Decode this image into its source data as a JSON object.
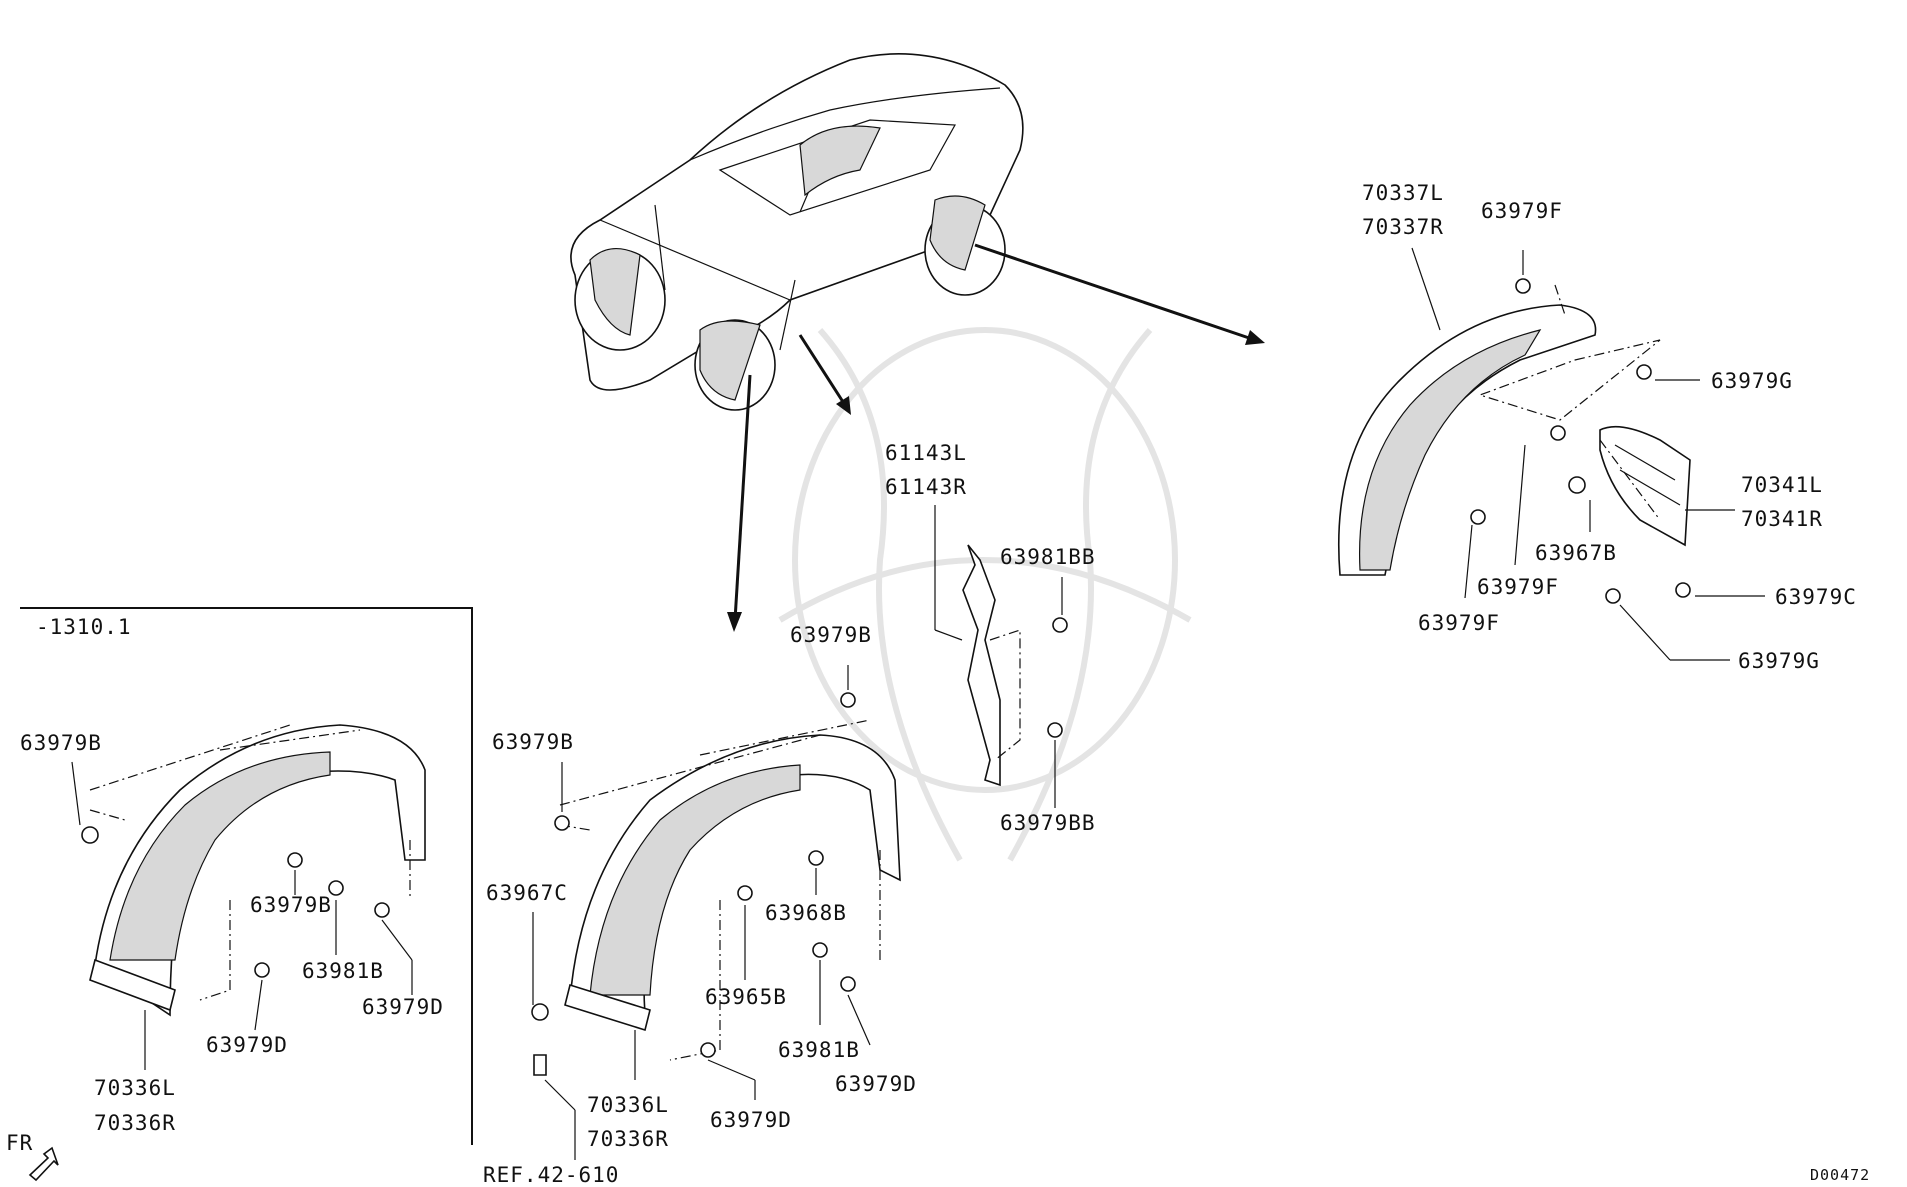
{
  "labels": {
    "rr_liner_l": "70337L",
    "rr_liner_r": "70337R",
    "rr_clip_top": "63979F",
    "rr_clip_g1": "63979G",
    "rr_guard_l": "70341L",
    "rr_guard_r": "70341R",
    "rr_nut": "63967B",
    "rr_clip_f1": "63979F",
    "rr_clip_f2": "63979F",
    "rr_clip_c": "63979C",
    "rr_clip_g2": "63979G",
    "seal_l": "61143L",
    "seal_r": "61143R",
    "seal_bolt": "63981BB",
    "seal_clip": "63979BB",
    "fr_clip_top": "63979B",
    "fr_clip_left": "63979B",
    "fr_nut_c": "63967C",
    "fr_clip_68b": "63968B",
    "fr_clip_65b": "63965B",
    "fr_bolt": "63981B",
    "fr_clip_d1": "63979D",
    "fr_clip_d2": "63979D",
    "fr_liner_l": "70336L",
    "fr_liner_r": "70336R",
    "fr_ref": "REF.42-610",
    "old_range": "-1310.1",
    "old_clip_b1": "63979B",
    "old_clip_b2": "63979B",
    "old_bolt": "63981B",
    "old_clip_d1": "63979D",
    "old_clip_d2": "63979D",
    "old_liner_l": "70336L",
    "old_liner_r": "70336R",
    "front_marker": "FR",
    "diagram_code": "D00472"
  }
}
